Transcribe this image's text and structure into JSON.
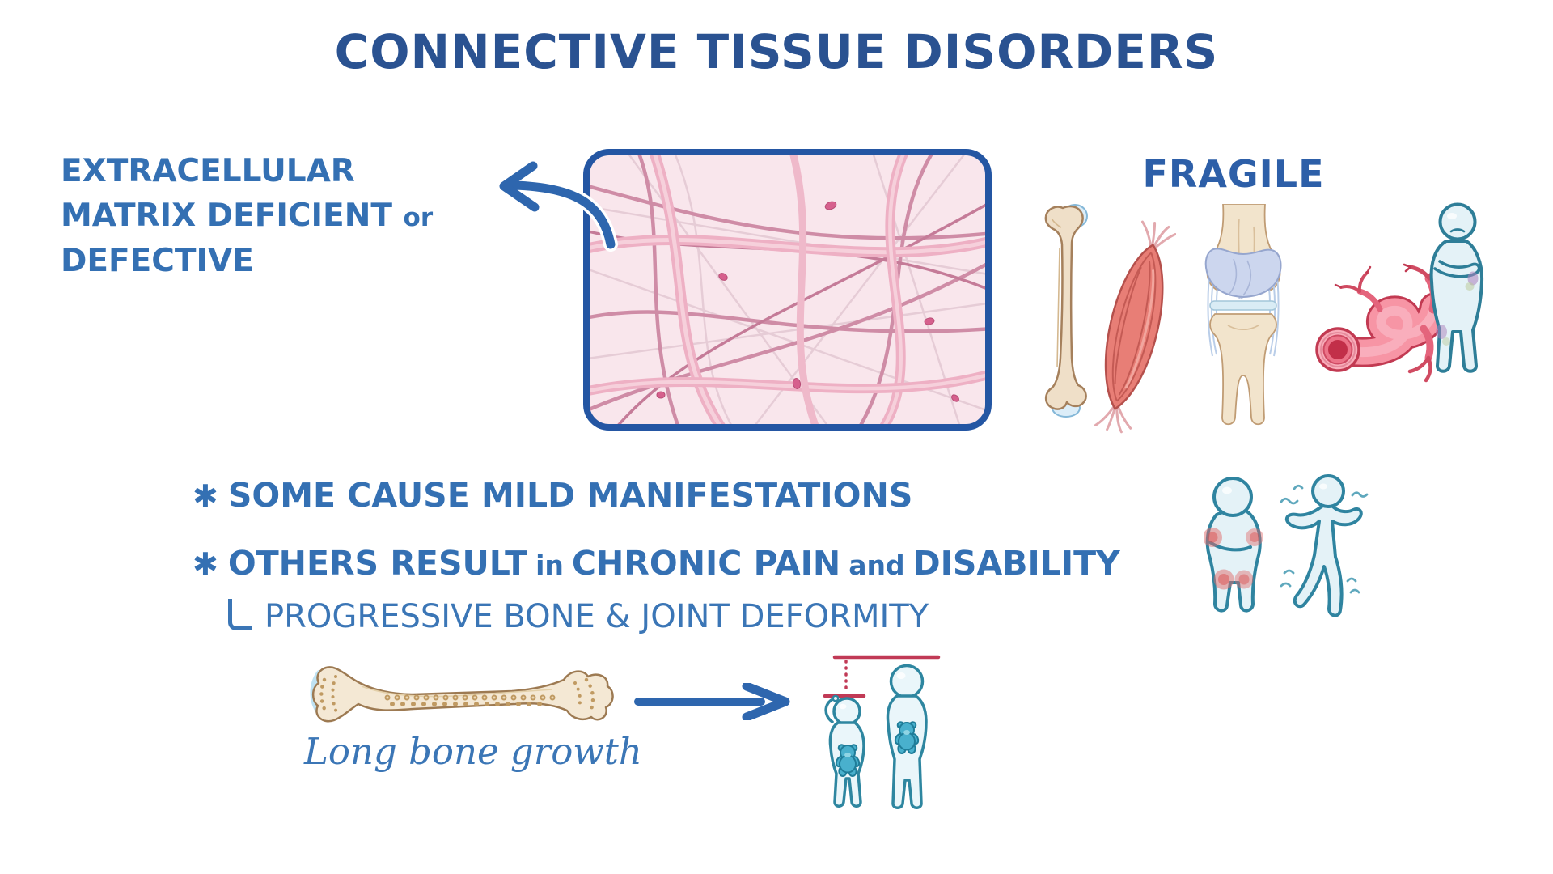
{
  "title": "CONNECTIVE TISSUE DISORDERS",
  "left_note": {
    "line1": "EXTRACELLULAR",
    "line2": "MATRIX DEFICIENT",
    "line2_conj": "or",
    "line3": "DEFECTIVE"
  },
  "fragile": {
    "label": "FRAGILE",
    "icons": [
      "long-bone-femur",
      "skeletal-muscle",
      "knee-joint",
      "blood-vessel",
      "person-with-bruises"
    ]
  },
  "bullets": {
    "b1": {
      "marker": "✱",
      "text": "SOME CAUSE MILD MANIFESTATIONS"
    },
    "b2": {
      "marker": "✱",
      "t1": "OTHERS RESULT",
      "t2": "in",
      "t3": "CHRONIC PAIN",
      "t4": "and",
      "t5": "DISABILITY"
    },
    "sub": {
      "text": "PROGRESSIVE BONE & JOINT DEFORMITY"
    }
  },
  "bottom": {
    "caption": "Long bone growth"
  },
  "colors": {
    "title_blue": "#2a5291",
    "text_blue": "#3470b3",
    "arrow_blue": "#2e66ae",
    "matrix_border_blue": "#2456a3",
    "matrix_background_pink": "#f9e6ec",
    "fiber_pink": "#eeb0c4",
    "fiber_rose": "#cf8ca6",
    "matrix_cell_pink": "#d6608d",
    "bone_tan": "#efdfc8",
    "bone_outline_brown": "#9d7a52",
    "cartilage_blue": "#dcedf8",
    "muscle_red": "#e87e76",
    "joint_cartilage_periwinkle": "#ccd6ee",
    "vessel_pink": "#f795a5",
    "vessel_lumen_red": "#c22f49",
    "figure_body_blue": "#e4f2f7",
    "figure_outline_teal": "#2e7e98",
    "pain_spot_red": "#e06a6a",
    "bruise_purple": "#ac7fbc",
    "bruise_green": "#b9c896",
    "teddy_teal": "#49b0cd",
    "height_marker_red": "#c13a56"
  }
}
